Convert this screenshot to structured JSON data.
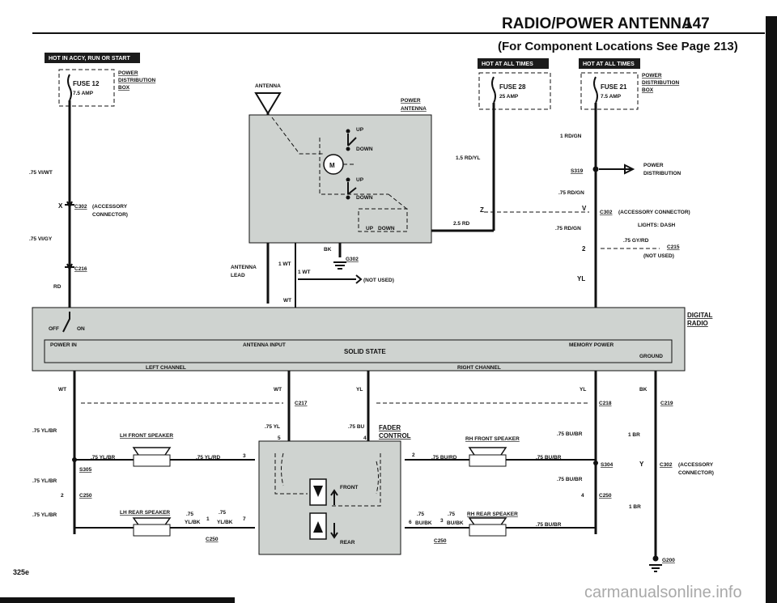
{
  "header": {
    "title": "RADIO/POWER ANTENNA",
    "page_number": "147",
    "subtitle": "(For Component Locations See Page 213)"
  },
  "badges": {
    "left": "HOT IN ACCY, RUN OR START",
    "mid": "HOT AT ALL TIMES",
    "right": "HOT AT ALL TIMES"
  },
  "fuses": {
    "f12_name": "FUSE 12",
    "f12_amp": "7.5 AMP",
    "f28_name": "FUSE 28",
    "f28_amp": "25 AMP",
    "f21_name": "FUSE 21",
    "f21_amp": "7.5 AMP",
    "box_line1": "POWER",
    "box_line2": "DISTRIBUTION",
    "box_line3": "BOX"
  },
  "antenna": {
    "label": "ANTENNA",
    "power1": "POWER",
    "power2": "ANTENNA",
    "up1": "UP",
    "down1": "DOWN",
    "up2": "UP",
    "down2": "DOWN",
    "up3": "UP",
    "down3": "DOWN",
    "lead1": "ANTENNA",
    "lead2": "LEAD",
    "wt1": "1 WT",
    "wt2": "1 WT",
    "not_used": "(NOT USED)",
    "wt3": "WT",
    "bk": "BK",
    "g302": "G302"
  },
  "left_wires": {
    "w1": ".75 VI/WT",
    "conn_x": "X",
    "c302": "C302",
    "c302_desc1": "(ACCESSORY",
    "c302_desc2": "CONNECTOR)",
    "w2": ".75 VI/GY",
    "c216": "C216",
    "rd": "RD",
    "off": "OFF",
    "on": "ON"
  },
  "right_wires": {
    "w1": "1 RD/GN",
    "w2": "1.5 RD/YL",
    "s319": "S319",
    "pd1": "POWER",
    "pd2": "DISTRIBUTION",
    "w3": ".75 RD/GN",
    "z": "Z",
    "v": "V",
    "c302": "C302",
    "c302_desc": "(ACCESSORY CONNECTOR)",
    "w4": "2.5 RD",
    "w5": ".75 RD/GN",
    "lights": "LIGHTS: DASH",
    "w6": ".75 GY/RD",
    "c215": "C215",
    "pin2": "2",
    "not_used": "(NOT USED)",
    "yl": "YL"
  },
  "radio": {
    "digital1": "DIGITAL",
    "digital2": "RADIO",
    "power_in": "POWER IN",
    "antenna_input": "ANTENNA INPUT",
    "memory_power": "MEMORY POWER",
    "solid_state": "SOLID STATE",
    "ground": "GROUND",
    "left_channel": "LEFT CHANNEL",
    "right_channel": "RIGHT CHANNEL"
  },
  "lower": {
    "wt_left": "WT",
    "wt_mid": "WT",
    "yl_mid": "YL",
    "yl_right": "YL",
    "bk_right": "BK",
    "c217": "C217",
    "c218": "C218",
    "c219": "C219",
    "w_yl_br": ".75 YL/BR",
    "lh_front": "LH FRONT SPEAKER",
    "w75yl": ".75 YL",
    "pin5": "5",
    "w75bu": ".75 BU",
    "pin4": "4",
    "fader1": "FADER",
    "fader2": "CONTROL",
    "rh_front": "RH FRONT SPEAKER",
    "w_bu_br_top": ".75 BU/BR",
    "one_br_top": "1 BR",
    "w_ylbr_spk": ".75 YL/BR",
    "w_ylrd": ".75 YL/RD",
    "pin3": "3",
    "pin2": "2",
    "w_burd": ".75 BU/RD",
    "w_bubr_spk": ".75 BU/BR",
    "s305": "S305",
    "s304": "S304",
    "y": "Y",
    "c302": "C302",
    "c302_d1": "(ACCESSORY",
    "c302_d2": "CONNECTOR)",
    "w_ylbr2": ".75 YL/BR",
    "w_bubr2": ".75 BU/BR",
    "pin2b": "2",
    "c250a": "C250",
    "pin4b": "4",
    "c250b": "C250",
    "front": "FRONT",
    "rear": "REAR",
    "w_ylbr3": ".75 YL/BR",
    "lh_rear": "LH REAR SPEAKER",
    "w75a": ".75",
    "w75b": ".75",
    "ylbk1": "YL/BK",
    "pin1": "1",
    "ylbk2": "YL/BK",
    "pin7": "7",
    "c250c": "C250",
    "rh_rear": "RH REAR SPEAKER",
    "w75c": ".75",
    "w75d": ".75",
    "pin6": "6",
    "bubk1": "BU/BK",
    "pin3b": "3",
    "bubk2": "BU/BK",
    "w_bubr3": ".75 BU/BR",
    "c250d": "C250",
    "one_br": "1 BR",
    "g200": "G200"
  },
  "footer": {
    "model": "325e",
    "watermark": "carmanualsonline.info"
  }
}
